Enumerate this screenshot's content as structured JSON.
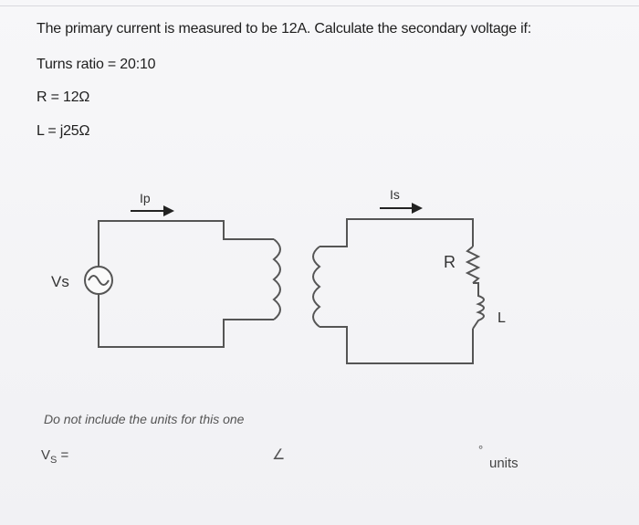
{
  "question": {
    "prompt": "The primary current is measured to be 12A. Calculate the secondary voltage if:",
    "turns_ratio": "Turns ratio = 20:10",
    "resistance": "R = 12Ω",
    "inductance": "L = j25Ω"
  },
  "circuit": {
    "primary_current_label": "Ip",
    "secondary_current_label": "Is",
    "source_label": "Vs",
    "resistor_label": "R",
    "inductor_label": "L"
  },
  "answer": {
    "hint": "Do not include the units for this one",
    "vs_label": "V",
    "vs_sub": "S",
    "vs_equals": " =",
    "vs_value": "",
    "angle_symbol": "∠",
    "angle_value": "",
    "degree_symbol": "°",
    "units_label": "units"
  }
}
